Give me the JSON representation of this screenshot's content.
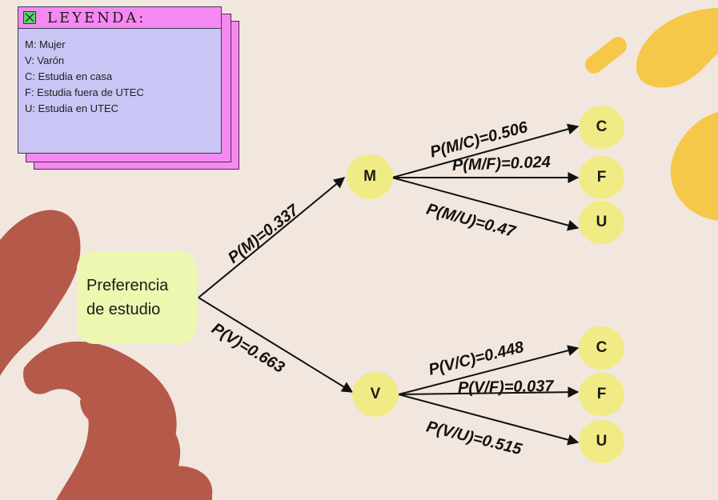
{
  "legend": {
    "title": "LEYENDA:",
    "items": [
      "M: Mujer",
      "V: Varón",
      "C: Estudia en casa",
      "F: Estudia fuera de UTEC",
      "U: Estudia en UTEC"
    ]
  },
  "root": {
    "line1": "Preferencia",
    "line2": "de estudio"
  },
  "nodes": {
    "m": "M",
    "v": "V",
    "mc": "C",
    "mf": "F",
    "mu": "U",
    "vc": "C",
    "vf": "F",
    "vu": "U"
  },
  "edges": {
    "root_m": "P(M)=0.337",
    "root_v": "P(V)=0.663",
    "m_c": "P(M/C)=0.506",
    "m_f": "P(M/F)=0.024",
    "m_u": "P(M/U)=0.47",
    "v_c": "P(V/C)=0.448",
    "v_f": "P(V/F)=0.037",
    "v_u": "P(V/U)=0.515"
  },
  "colors": {
    "background": "#f1e7de",
    "node": "#f0eb84",
    "root": "#edf7b0",
    "legend_body": "#c9c5f4",
    "legend_header": "#f689f1",
    "decor_brown": "#b55a4a",
    "decor_yellow": "#f5c84a"
  }
}
